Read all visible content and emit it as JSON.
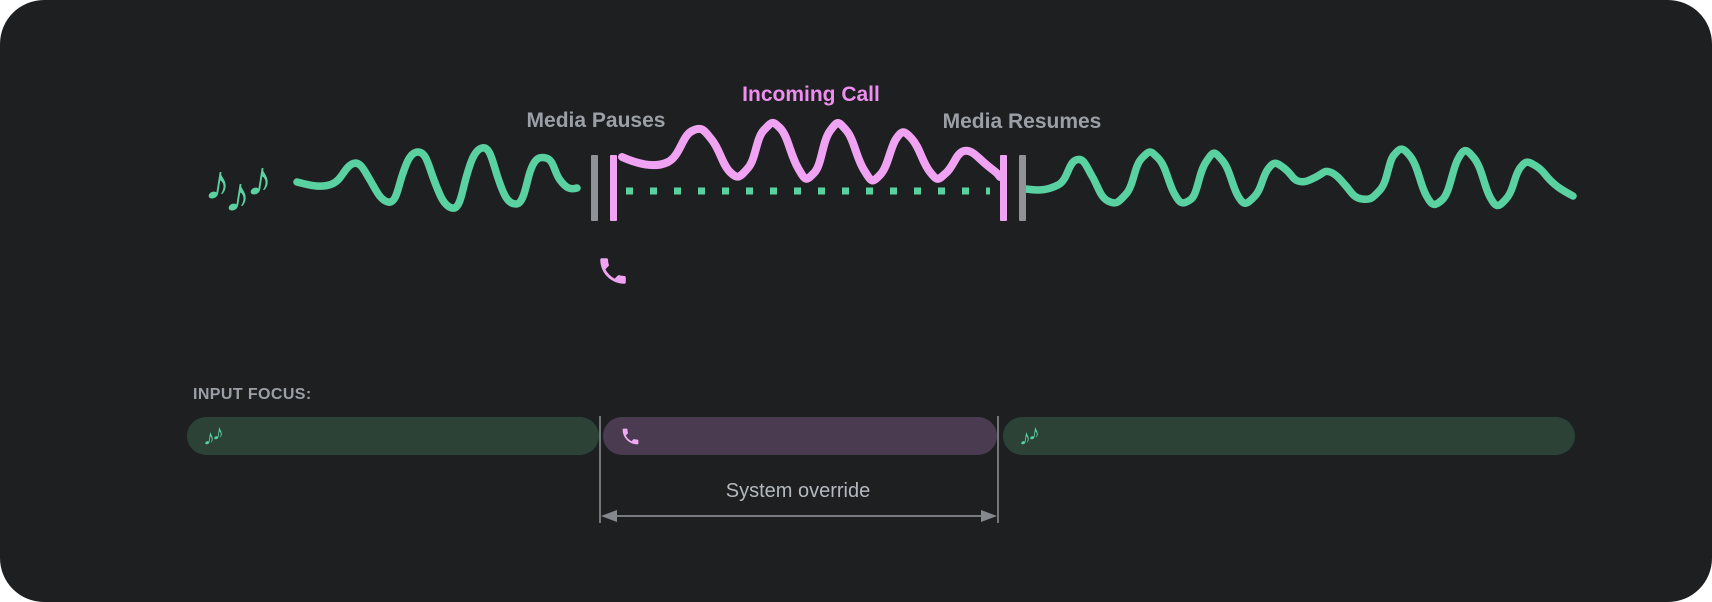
{
  "icons": {
    "music_note_glyph": "♪"
  },
  "colors": {
    "page_bg": "#ffffff",
    "card_bg": "#1e1f21",
    "green": "#5ad1a0",
    "green_dark": "#2c4237",
    "pink": "#f0a3f2",
    "pink_strong": "#ee8ef0",
    "purple_dark": "#4a3b50",
    "marker_gray": "#8f9397",
    "label_gray": "#9aa0a6",
    "override_text": "#b3b9bf",
    "arrow_gray": "#85898e"
  },
  "timeline": {
    "media_pauses_label": "Media Pauses",
    "incoming_call_label": "Incoming Call",
    "media_resumes_label": "Media Resumes"
  },
  "input_focus": {
    "heading": "INPUT FOCUS:",
    "override_label": "System override",
    "segments": [
      {
        "name": "media-before-call",
        "icon": "music-notes"
      },
      {
        "name": "incoming-call",
        "icon": "phone"
      },
      {
        "name": "media-after-call",
        "icon": "music-notes"
      }
    ]
  }
}
